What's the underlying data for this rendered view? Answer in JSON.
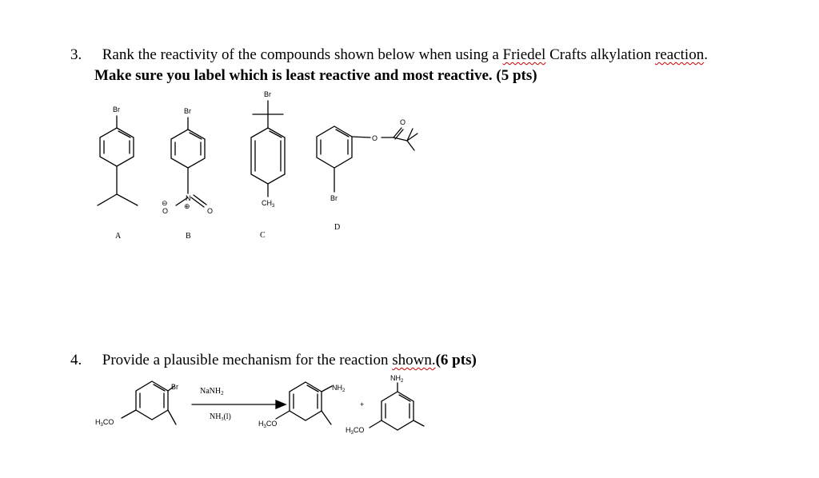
{
  "q3": {
    "number": "3.",
    "line1_a": "Rank the reactivity of the compounds shown below when using a ",
    "line1_friedel": "Friedel",
    "line1_b": " Crafts alkylation ",
    "line1_reaction": "reaction",
    "line1_end": ".",
    "line2": "Make sure you label which is least reactive and most reactive. (5 pts)"
  },
  "compounds": {
    "labels": [
      "A",
      "B",
      "C",
      "D"
    ],
    "atoms": {
      "br": "Br",
      "n": "N",
      "o": "O",
      "minus": "⊖",
      "plus": "⊕",
      "ch3": "CH",
      "sub3": "3"
    }
  },
  "q4": {
    "number": "4.",
    "text_a": "Provide a plausible mechanism for the reaction ",
    "text_shown": "shown.",
    "text_b": "(6 pts)"
  },
  "reaction": {
    "br": "Br",
    "reagent": "NaNH",
    "reagent_sub": "2",
    "solvent": "NH",
    "solvent_sub": "3",
    "solvent_phase": "(l)",
    "methoxy_h": "H",
    "methoxy_sub": "3",
    "methoxy_co": "CO",
    "nh2": "NH",
    "nh2_sub": "2",
    "plus": "+"
  }
}
